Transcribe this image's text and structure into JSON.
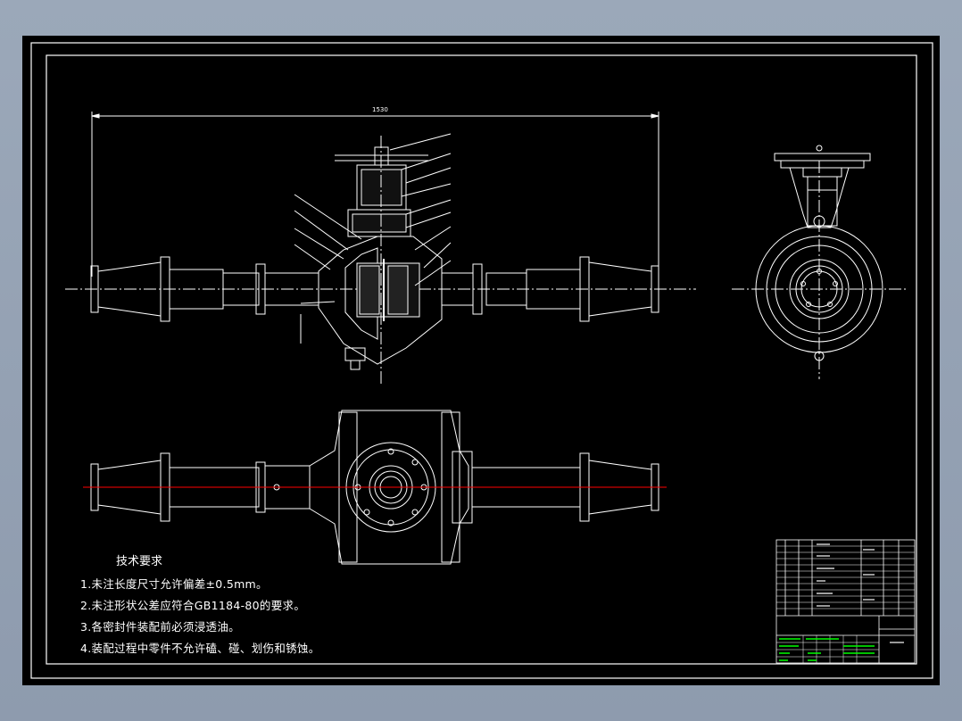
{
  "drawing": {
    "overall_dimension": "1530",
    "colors": {
      "background": "#000000",
      "lines": "#ffffff",
      "centerline": "#ff0000",
      "titleblock_text": "#00ff00",
      "frame_outer": "#9ba8b9"
    }
  },
  "notes": {
    "title": "技术要求",
    "items": [
      "1.未注长度尺寸允许偏差±0.5mm。",
      "2.未注形状公差应符合GB1184-80的要求。",
      "3.各密封件装配前必须浸透油。",
      "4.装配过程中零件不允许磕、碰、划伤和锈蚀。"
    ]
  }
}
